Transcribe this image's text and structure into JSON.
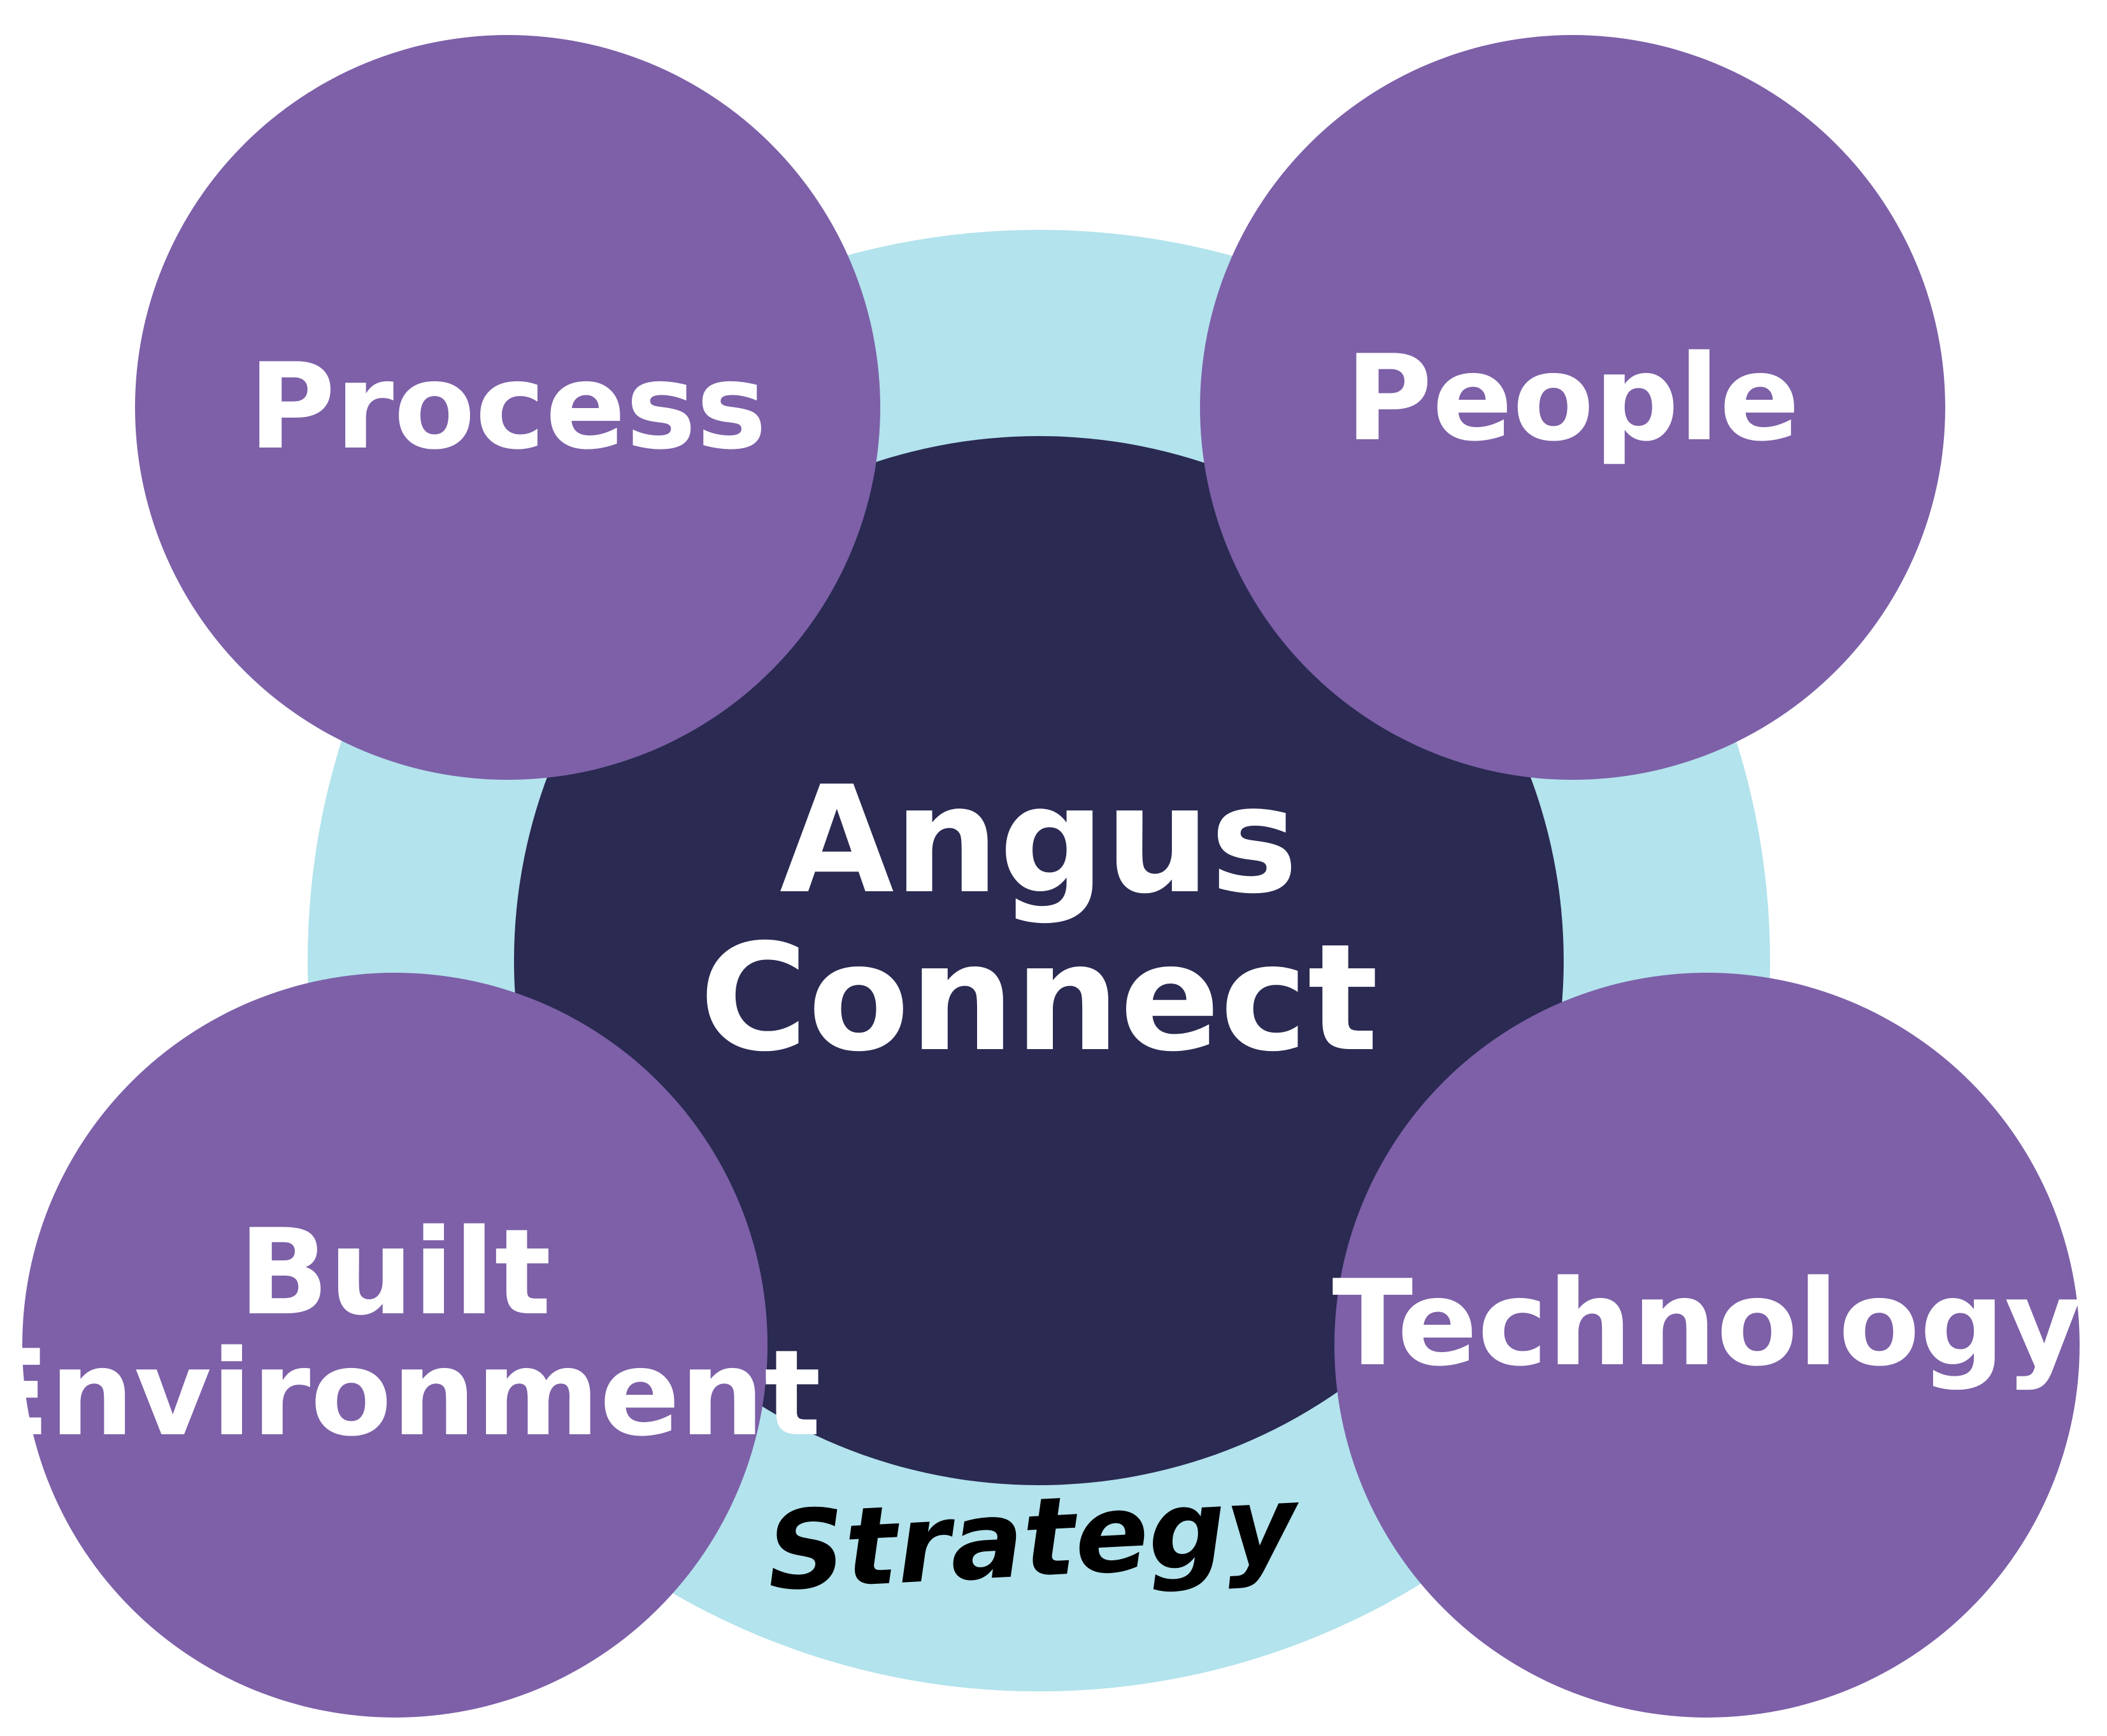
{
  "center": {
    "line1": "Angus",
    "line2": "Connect"
  },
  "ring": {
    "label": "Strategy"
  },
  "nodes": {
    "process": "Process",
    "people": "People",
    "built_line1": "Built",
    "built_line2": "Environment",
    "technology": "Technology"
  },
  "colors": {
    "outer_ring": "#b3e3ed",
    "center": "#2a2a52",
    "node": "#7d60a8",
    "label_light": "#ffffff",
    "label_dark": "#000000"
  }
}
